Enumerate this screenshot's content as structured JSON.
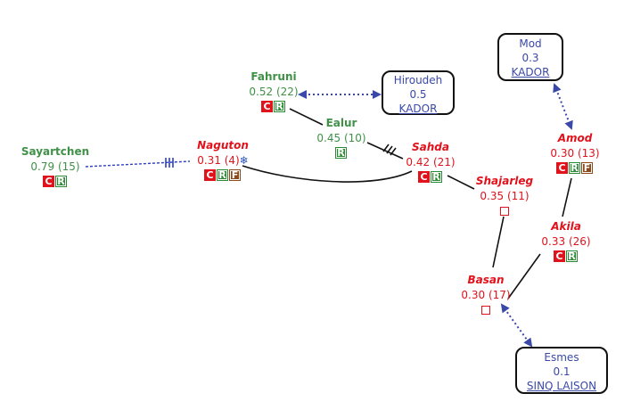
{
  "colors": {
    "ally": "#3e9146",
    "enemy": "#e0121c",
    "link_blue": "#3a49a8"
  },
  "nodes": {
    "sayartchen": {
      "name": "Sayartchen",
      "stat": "0.79 (15)"
    },
    "fahruni": {
      "name": "Fahruni",
      "stat": "0.52 (22)"
    },
    "ealur": {
      "name": "Ealur",
      "stat": "0.45 (10)"
    },
    "naguton": {
      "name": "Naguton",
      "stat": "0.31 (4)",
      "icon": "snowflake-icon"
    },
    "sahda": {
      "name": "Sahda",
      "stat": "0.42 (21)"
    },
    "shajarleg": {
      "name": "Shajarleg",
      "stat": "0.35 (11)"
    },
    "basan": {
      "name": "Basan",
      "stat": "0.30 (17)"
    },
    "akila": {
      "name": "Akila",
      "stat": "0.33 (26)"
    },
    "amod": {
      "name": "Amod",
      "stat": "0.30 (13)"
    }
  },
  "badges": {
    "c": "C",
    "r": "R",
    "f": "F"
  },
  "regions": {
    "mod": {
      "name": "Mod",
      "value": "0.3",
      "owner": "KADOR"
    },
    "hiroudeh": {
      "name": "Hiroudeh",
      "value": "0.5",
      "owner": "KADOR"
    },
    "esmes": {
      "name": "Esmes",
      "value": "0.1",
      "owner": "SINQ LAISON"
    }
  }
}
